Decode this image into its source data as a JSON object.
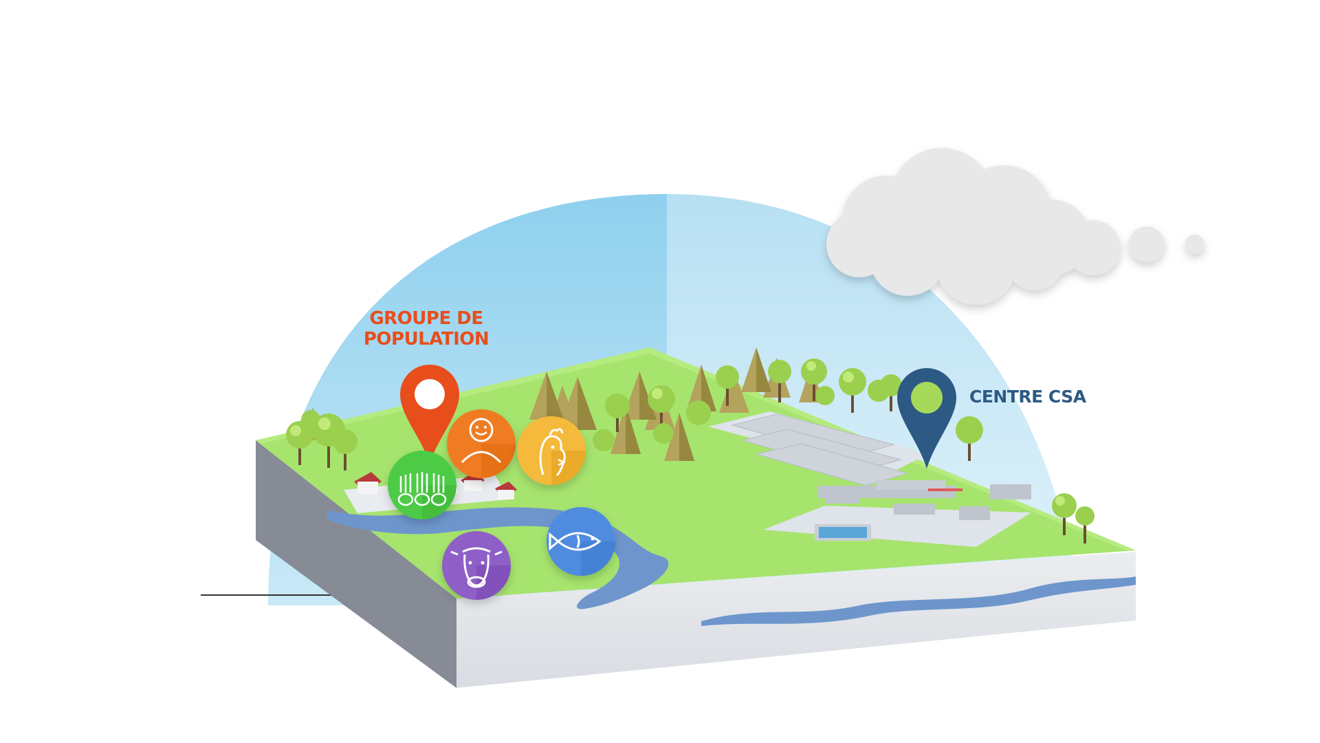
{
  "labels": {
    "population_line1": "GROUPE DE",
    "population_line2": "POPULATION",
    "csa_center": "CENTRE CSA"
  },
  "colors": {
    "population": "#e84e1b",
    "csa_center": "#2d5a84",
    "sky": "#9fd6f0",
    "grass": "#a6e46e",
    "water": "#6e96cc",
    "cloud": "#e8e8e8"
  },
  "icons": {
    "population_pin": "map-pin-icon",
    "csa_pin": "map-pin-icon",
    "person": "person-icon",
    "chicken": "chicken-icon",
    "vegetables": "vegetables-icon",
    "cow": "cow-icon",
    "fish": "fish-icon",
    "cloud": "cloud-icon"
  }
}
